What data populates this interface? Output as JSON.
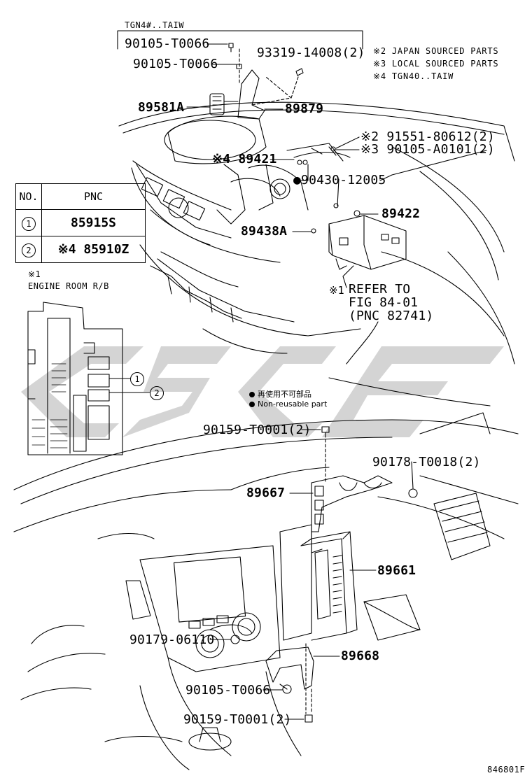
{
  "group_label": "TGN4#..TAIW",
  "legend": {
    "l2": "※2  JAPAN SOURCED PARTS",
    "l3": "※3  LOCAL SOURCED PARTS",
    "l4": "※4  TGN40..TAIW"
  },
  "pnc_table": {
    "col_no": "NO.",
    "col_pnc": "PNC",
    "rows": [
      {
        "no": "1",
        "pnc": "85915S"
      },
      {
        "no": "2",
        "pnc": "※4 85910Z"
      }
    ]
  },
  "rb_note": {
    "mark": "※1",
    "title": "ENGINE ROOM R/B",
    "callout1": "1",
    "callout2": "2"
  },
  "parts": {
    "p90105_t0066_a": "90105-T0066",
    "p90105_t0066_b": "90105-T0066",
    "p93319": "93319-14008(2)",
    "p89581a": "89581A",
    "p89879": "89879",
    "p91551": "※2 91551-80612(2)",
    "p90105_a0101": "※3 90105-A0101(2)",
    "p89421": "※4 89421",
    "p90430": "●90430-12005",
    "p89422": "89422",
    "p89438a": "89438A",
    "refer_mark": "※1",
    "refer1": "REFER TO",
    "refer2": "FIG 84-01",
    "refer3": "(PNC 82741)",
    "p90159_t0001_a": "90159-T0001(2)",
    "p90178": "90178-T0018(2)",
    "p89667": "89667",
    "p89661": "89661",
    "p90179": "90179-06110",
    "p89668": "89668",
    "p90105_t0066_c": "90105-T0066",
    "p90159_t0001_b": "90159-T0001(2)"
  },
  "nonreuse": {
    "zh": "再使用不可部品",
    "en": "Non-reusable part"
  },
  "fig_code": "846801F",
  "colors": {
    "ink": "#000000",
    "watermark": "#d4d4d4"
  }
}
